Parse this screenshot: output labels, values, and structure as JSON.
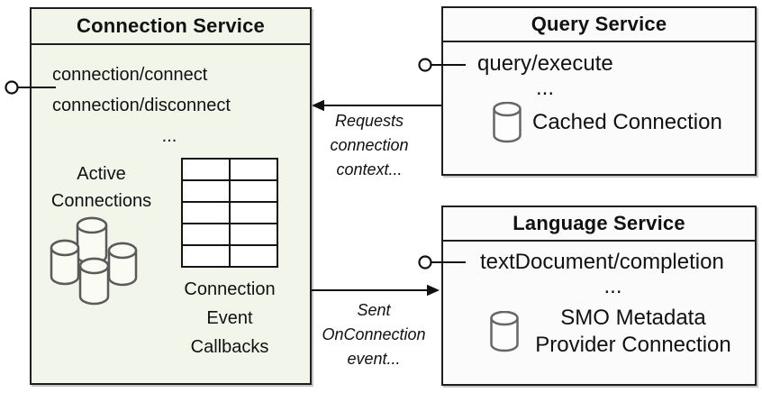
{
  "colors": {
    "connection_bg": "#f2f5ea",
    "service_bg": "#fbfbfb",
    "border": "#1f1f1f",
    "text": "#111111"
  },
  "connection_service": {
    "title": "Connection Service",
    "methods": [
      "connection/connect",
      "connection/disconnect"
    ],
    "ellipsis": "...",
    "active_connections": {
      "line1": "Active",
      "line2": "Connections"
    },
    "callback_table": {
      "rows": 5,
      "cols": 2
    },
    "callbacks_label": {
      "line1": "Connection",
      "line2": "Event",
      "line3": "Callbacks"
    }
  },
  "query_service": {
    "title": "Query Service",
    "method": "query/execute",
    "ellipsis": "...",
    "cached_connection": "Cached Connection"
  },
  "language_service": {
    "title": "Language Service",
    "method": "textDocument/completion",
    "ellipsis": "...",
    "provider_connection": {
      "line1": "SMO Metadata",
      "line2": "Provider Connection"
    }
  },
  "arrows": {
    "requests": {
      "line1": "Requests",
      "line2": "connection",
      "line3": "context..."
    },
    "on_connection": {
      "line1": "Sent",
      "line2": "OnConnection",
      "line3": "event..."
    }
  }
}
